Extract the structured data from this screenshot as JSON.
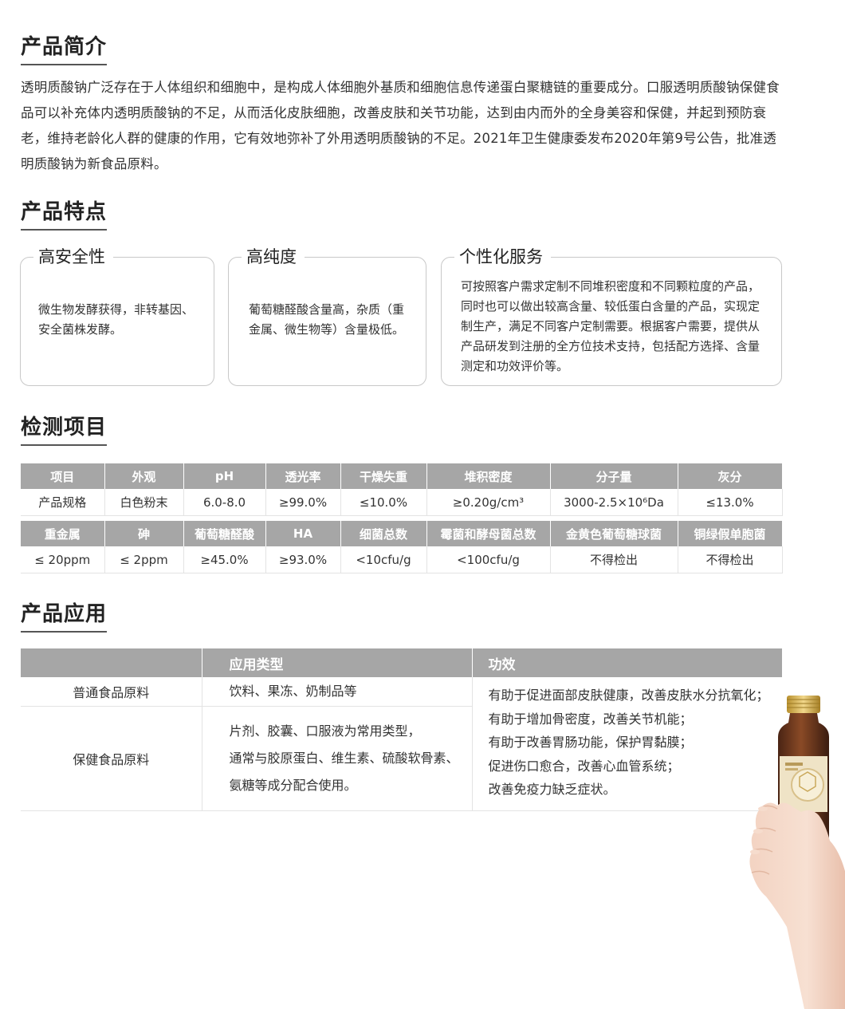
{
  "intro": {
    "title": "产品简介",
    "text": "透明质酸钠广泛存在于人体组织和细胞中，是构成人体细胞外基质和细胞信息传递蛋白聚糖链的重要成分。口服透明质酸钠保健食品可以补充体内透明质酸钠的不足，从而活化皮肤细胞，改善皮肤和关节功能，达到由内而外的全身美容和保健，并起到预防衰老，维持老龄化人群的健康的作用，它有效地弥补了外用透明质酸钠的不足。2021年卫生健康委发布2020年第9号公告，批准透明质酸钠为新食品原料。"
  },
  "features": {
    "title": "产品特点",
    "cards": [
      {
        "title": "高安全性",
        "text": "微生物发酵获得，非转基因、安全菌株发酵。"
      },
      {
        "title": "高纯度",
        "text": "葡萄糖醛酸含量高，杂质（重金属、微生物等）含量极低。"
      },
      {
        "title": "个性化服务",
        "text": "可按照客户需求定制不同堆积密度和不同颗粒度的产品，同时也可以做出较高含量、较低蛋白含量的产品，实现定制生产，满足不同客户定制需要。根据客户需要，提供从产品研发到注册的全方位技术支持，包括配方选择、含量测定和功效评价等。"
      }
    ]
  },
  "testing": {
    "title": "检测项目",
    "header1": [
      "项目",
      "外观",
      "pH",
      "透光率",
      "干燥失重",
      "堆积密度",
      "分子量",
      "灰分"
    ],
    "row1": [
      "产品规格",
      "白色粉末",
      "6.0-8.0",
      "≥99.0%",
      "≤10.0%",
      "≥0.20g/cm³",
      "3000-2.5×10⁶Da",
      "≤13.0%"
    ],
    "header2": [
      "重金属",
      "砷",
      "葡萄糖醛酸",
      "HA",
      "细菌总数",
      "霉菌和酵母菌总数",
      "金黄色葡萄糖球菌",
      "铜绿假单胞菌"
    ],
    "row2": [
      "≤ 20ppm",
      "≤ 2ppm",
      "≥45.0%",
      "≥93.0%",
      "<10cfu/g",
      "<100cfu/g",
      "不得检出",
      "不得检出"
    ]
  },
  "application": {
    "title": "产品应用",
    "headers": [
      "",
      "应用类型",
      "功效"
    ],
    "rows": [
      {
        "category": "普通食品原料",
        "types": [
          "饮料、果冻、奶制品等"
        ]
      },
      {
        "category": "保健食品原料",
        "types": [
          "片剂、胶囊、口服液为常用类型，",
          "通常与胶原蛋白、维生素、硫酸软骨素、",
          "氨糖等成分配合使用。"
        ]
      }
    ],
    "effects": [
      "有助于促进面部皮肤健康，改善皮肤水分抗氧化；",
      "有助于增加骨密度，改善关节机能；",
      "有助于改善胃肠功能，保护胃黏膜；",
      "促进伤口愈合，改善心血管系统；",
      "改善免疫力缺乏症状。"
    ]
  },
  "colors": {
    "header_gray": "#a6a6a6",
    "border": "#c8c8c8",
    "text": "#333333"
  }
}
